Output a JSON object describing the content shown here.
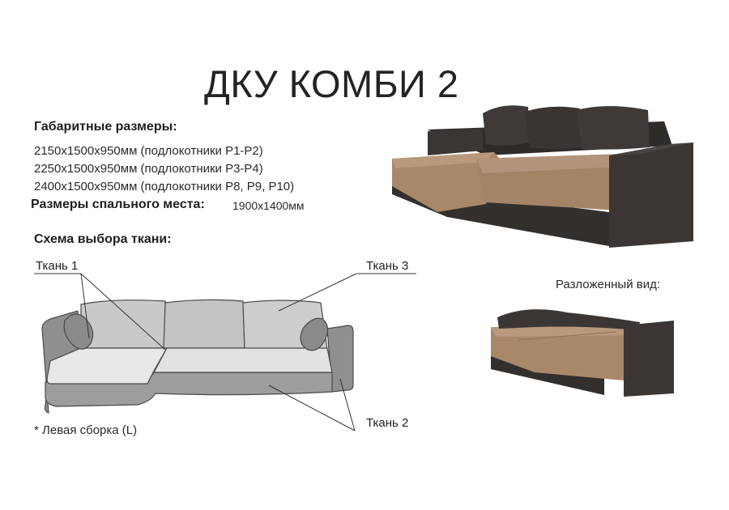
{
  "title": "ДКУ КОМБИ 2",
  "dimensions": {
    "heading": "Габаритные размеры:",
    "lines": [
      "2150x1500x950мм (подлокотники P1-P2)",
      "2250x1500x950мм (подлокотники P3-P4)",
      "2400x1500x950мм (подлокотники P8, P9, P10)"
    ],
    "sleeping_label": "Размеры спального места:",
    "sleeping_value": "1900x1400мм"
  },
  "fabric_scheme": {
    "heading": "Схема выбора ткани:",
    "fabric_1": "Ткань 1",
    "fabric_2": "Ткань 2",
    "fabric_3": "Ткань 3",
    "note": "* Левая сборка (L)"
  },
  "unfolded_label": "Разложенный вид:",
  "colors": {
    "dark_fabric": "#3b3634",
    "beige_fabric": "#a9886a",
    "scheme_light": "#e6e6e6",
    "scheme_mid": "#c8c8c8",
    "scheme_dark": "#8f8f8f"
  }
}
